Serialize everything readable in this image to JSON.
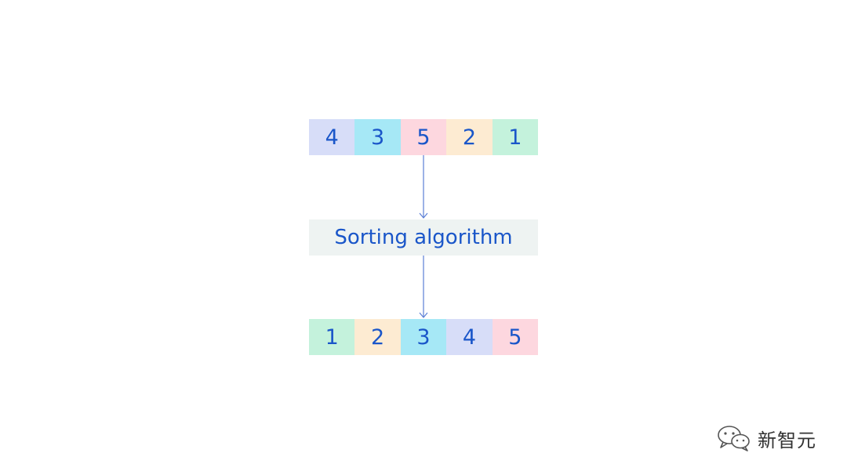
{
  "colors": {
    "text": "#1a56c9",
    "arrow": "#5b7fd6",
    "box_bg": "#eef3f2",
    "cell_value_colors": {
      "1": "#c4f2dc",
      "2": "#fdebd2",
      "3": "#a6e8f6",
      "4": "#d7ddf8",
      "5": "#fdd7df"
    }
  },
  "input_array": [
    "4",
    "3",
    "5",
    "2",
    "1"
  ],
  "algorithm_label": "Sorting algorithm",
  "output_array": [
    "1",
    "2",
    "3",
    "4",
    "5"
  ],
  "watermark": {
    "text": "新智元",
    "icon": "wechat-icon"
  }
}
